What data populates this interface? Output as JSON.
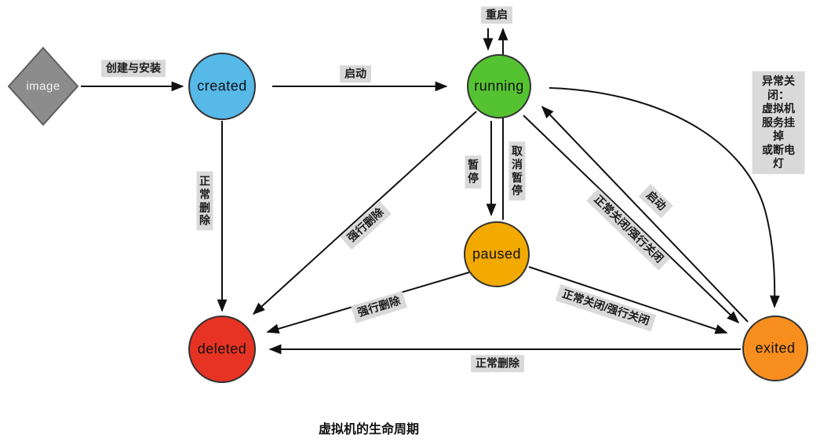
{
  "title": "虚拟机的生命周期",
  "colors": {
    "image_fill": "#8c8c8c",
    "created_fill": "#56b9e8",
    "running_fill": "#55c232",
    "paused_fill": "#f2a900",
    "deleted_fill": "#e63323",
    "exited_fill": "#f78e1e",
    "label_bg": "#d9d9d9",
    "line": "#111111"
  },
  "nodes": {
    "image": {
      "label": "image",
      "shape": "diamond"
    },
    "created": {
      "label": "created",
      "shape": "circle"
    },
    "running": {
      "label": "running",
      "shape": "circle"
    },
    "paused": {
      "label": "paused",
      "shape": "circle"
    },
    "deleted": {
      "label": "deleted",
      "shape": "circle"
    },
    "exited": {
      "label": "exited",
      "shape": "circle"
    }
  },
  "edges": {
    "image_to_created": {
      "label": "创建与安装"
    },
    "created_to_running": {
      "label": "启动"
    },
    "running_restart": {
      "label": "重启"
    },
    "created_to_deleted": {
      "label": "正常删除"
    },
    "running_to_deleted": {
      "label": "强行删除"
    },
    "running_to_paused": {
      "label": "暂停"
    },
    "paused_to_running": {
      "label": "取消暂停"
    },
    "exited_to_running": {
      "label": "启动"
    },
    "running_to_exited": {
      "label": "正常关闭/强行关闭"
    },
    "paused_to_exited": {
      "label": "正常关闭/强行关闭"
    },
    "paused_to_deleted": {
      "label": "强行删除"
    },
    "exited_to_deleted": {
      "label": "正常删除"
    },
    "running_to_exited_abnormal": {
      "label": "异常关闭：\n虚拟机服务挂掉\n或断电灯"
    }
  }
}
